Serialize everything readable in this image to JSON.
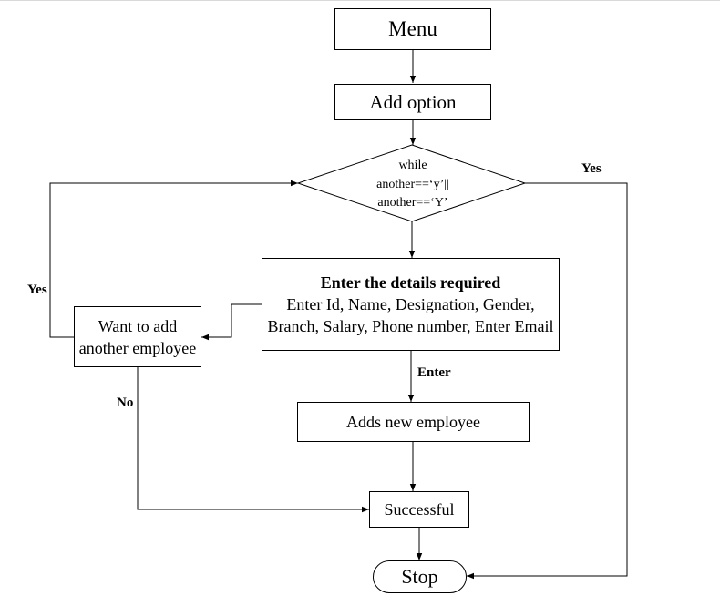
{
  "nodes": {
    "menu": "Menu",
    "add_option": "Add option",
    "decision": [
      "while",
      "another==‘y’||",
      "another==‘Y’"
    ],
    "details_title": "Enter the details required",
    "details_body": "Enter Id, Name, Designation, Gender, Branch, Salary, Phone number, Enter Email",
    "want_more": "Want to add another employee",
    "adds_employee": "Adds new employee",
    "successful": "Successful",
    "stop": "Stop"
  },
  "edge_labels": {
    "yes_right": "Yes",
    "yes_left": "Yes",
    "enter": "Enter",
    "no": "No"
  }
}
